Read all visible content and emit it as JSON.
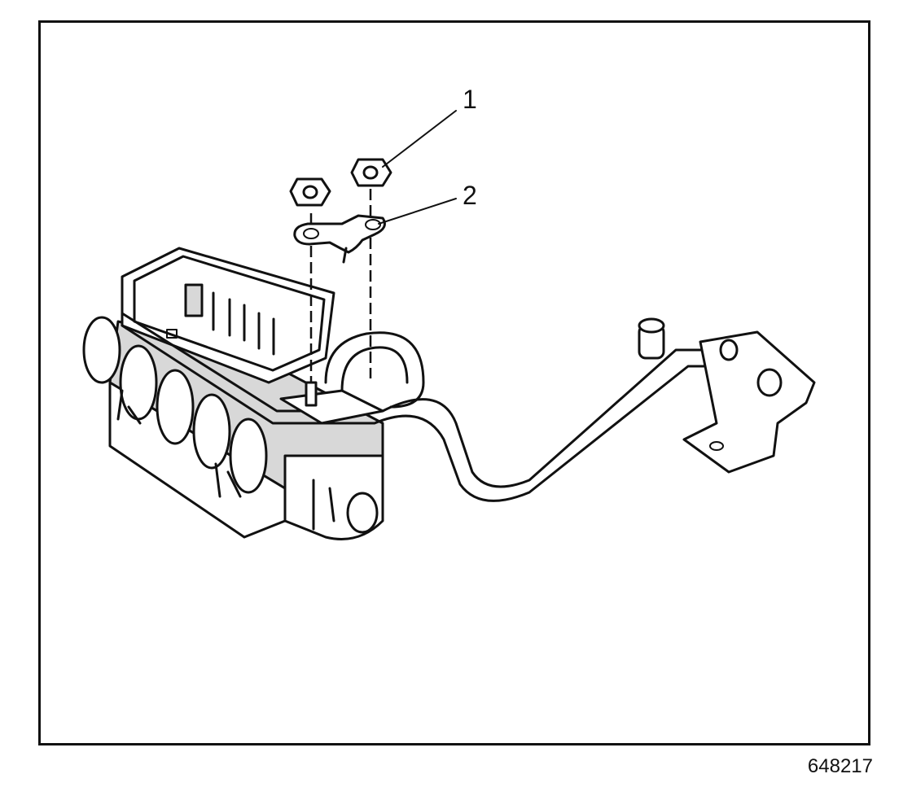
{
  "figure": {
    "callouts": [
      {
        "id": "1",
        "label": "1"
      },
      {
        "id": "2",
        "label": "2"
      }
    ],
    "figure_number": "648217"
  }
}
